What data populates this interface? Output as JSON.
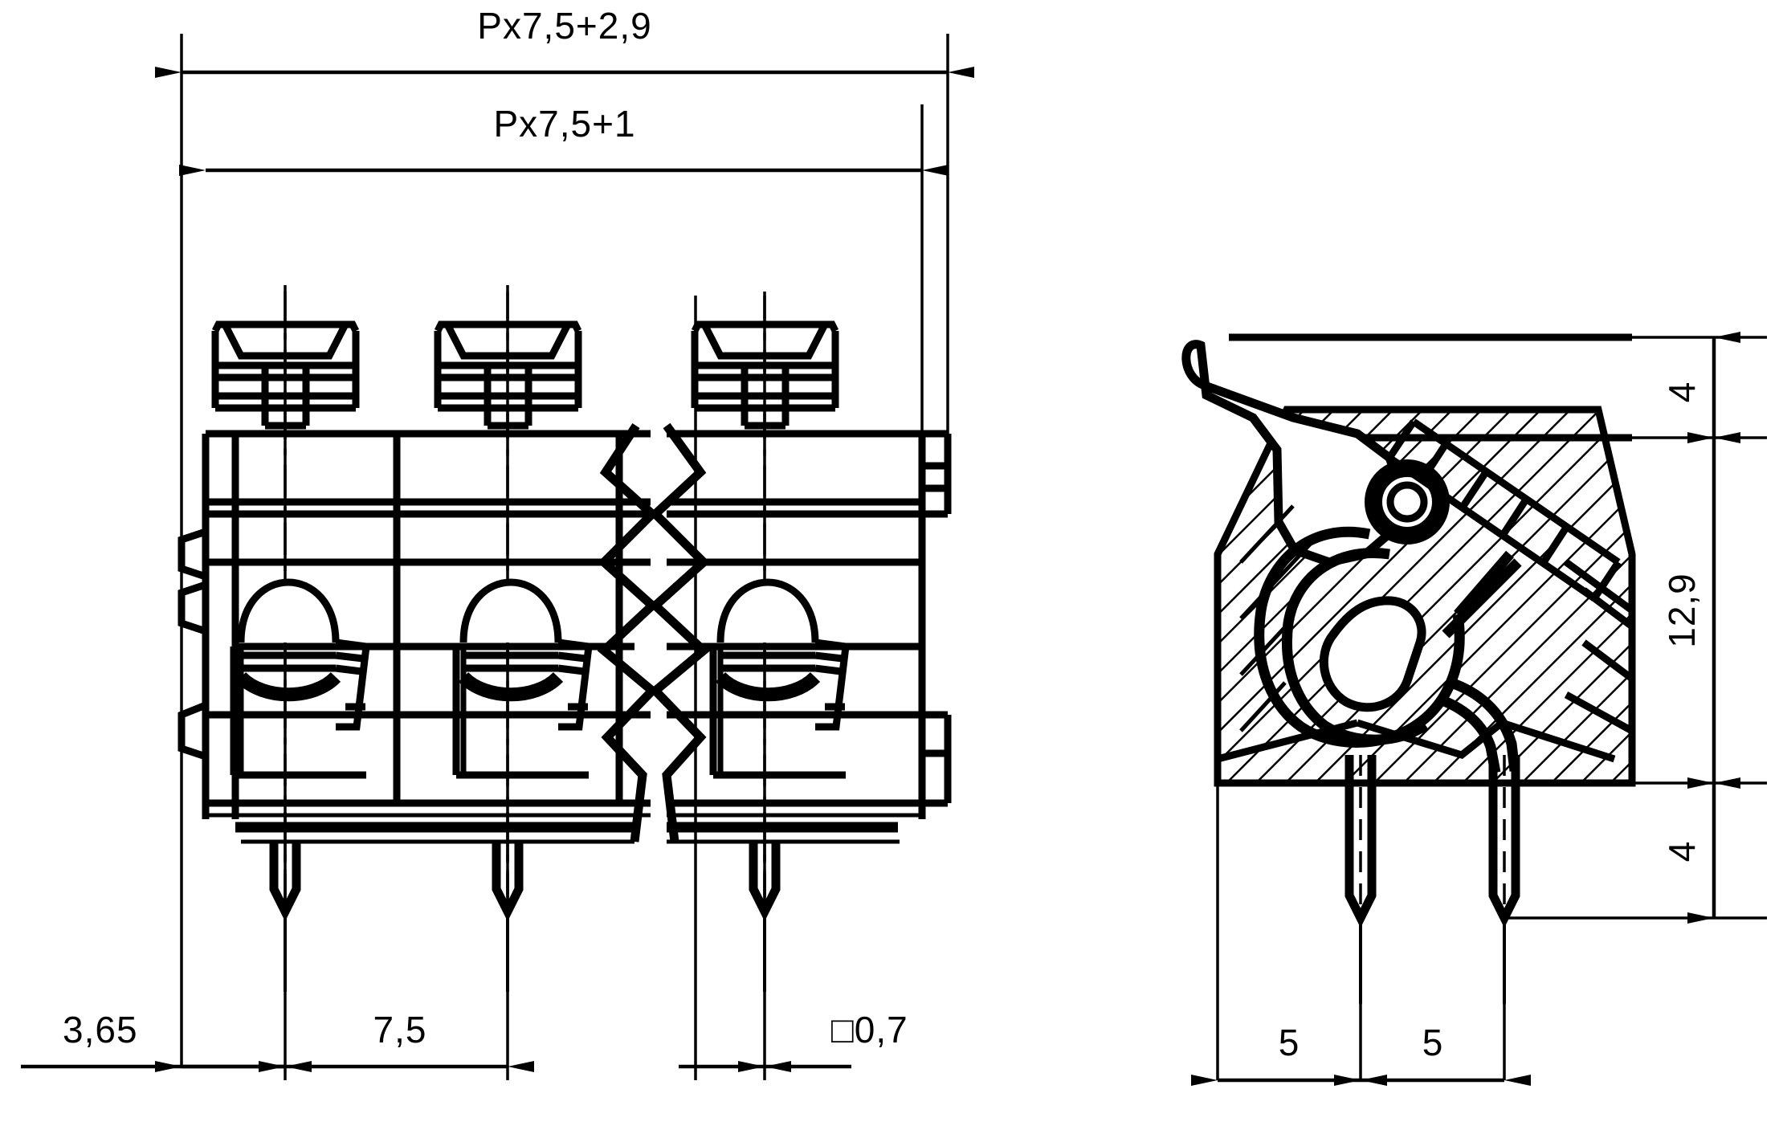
{
  "drawing": {
    "type": "mechanical-dimension-drawing",
    "subject": "PCB spring-cage terminal block, 3 poles, 7,5 mm pitch",
    "units": "mm",
    "line_color": "#000000",
    "background_color": "#ffffff",
    "views": [
      {
        "id": "front-view",
        "label": ""
      },
      {
        "id": "side-section-view",
        "label": ""
      }
    ]
  },
  "dimensions": {
    "top_overall": "Px7,5+2,9",
    "top_inner": "Px7,5+1",
    "bottom_left_edge": "3,65",
    "bottom_pitch": "7,5",
    "bottom_pin_square": "□0,7",
    "right_top_height": "4",
    "right_body_height": "12,9",
    "right_pin_length": "4",
    "side_pin_spacing_1": "5",
    "side_pin_spacing_2": "5"
  }
}
